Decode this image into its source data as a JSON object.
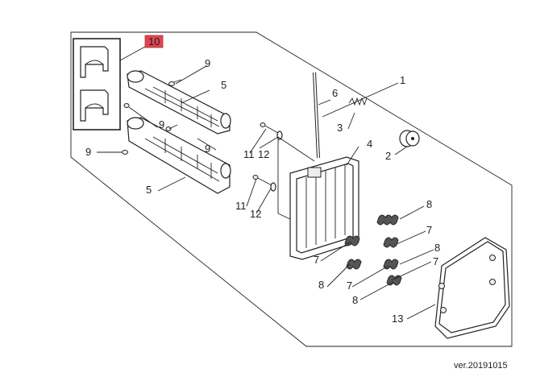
{
  "labels": {
    "l1": "1",
    "l2": "2",
    "l3": "3",
    "l4": "4",
    "l5a": "5",
    "l5b": "5",
    "l6": "6",
    "l7a": "7",
    "l7b": "7",
    "l7c": "7",
    "l7d": "7",
    "l8a": "8",
    "l8b": "8",
    "l8c": "8",
    "l8d": "8",
    "l9a": "9",
    "l9b": "9",
    "l9c": "9",
    "l10": "10",
    "l11a": "11",
    "l11b": "11",
    "l12a": "12",
    "l12b": "12",
    "l13": "13"
  },
  "version": "ver.20191015",
  "colors": {
    "highlight": "#e0454f",
    "line": "#222222"
  }
}
